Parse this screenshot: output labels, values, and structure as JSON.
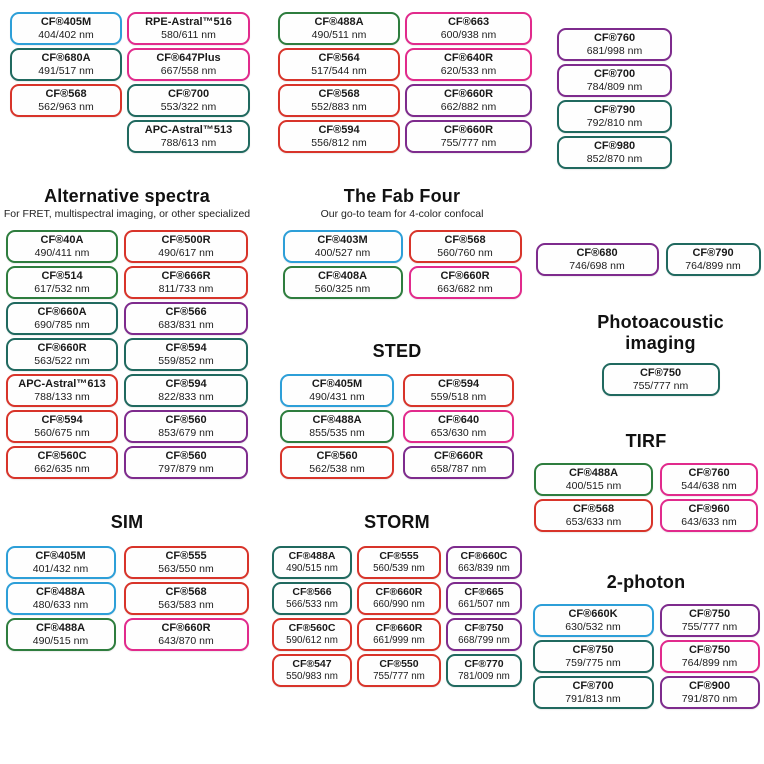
{
  "palette": {
    "blue": "#2D9FD8",
    "green": "#2E7D3E",
    "teal": "#20695F",
    "red": "#D8342A",
    "pink": "#E12A8C",
    "purple": "#7E2B8D"
  },
  "sections": {
    "top_left": {
      "columns": [
        [
          {
            "name": "CF®405M",
            "value": "404/402 nm",
            "color": "blue"
          },
          {
            "name": "CF®680A",
            "value": "491/517 nm",
            "color": "teal"
          },
          {
            "name": "CF®568",
            "value": "562/963 nm",
            "color": "red"
          }
        ],
        [
          {
            "name": "RPE-Astral™516",
            "value": "580/611 nm",
            "color": "pink"
          },
          {
            "name": "CF®647Plus",
            "value": "667/558 nm",
            "color": "pink"
          },
          {
            "name": "CF®700",
            "value": "553/322 nm",
            "color": "teal"
          },
          {
            "name": "APC-Astral™513",
            "value": "788/613 nm",
            "color": "teal"
          }
        ]
      ]
    },
    "top_mid": {
      "columns": [
        [
          {
            "name": "CF®488A",
            "value": "490/511 nm",
            "color": "green"
          },
          {
            "name": "CF®564",
            "value": "517/544 nm",
            "color": "red"
          },
          {
            "name": "CF®568",
            "value": "552/883 nm",
            "color": "red"
          },
          {
            "name": "CF®594",
            "value": "556/812 nm",
            "color": "red"
          }
        ],
        [
          {
            "name": "CF®663",
            "value": "600/938 nm",
            "color": "pink"
          },
          {
            "name": "CF®640R",
            "value": "620/533 nm",
            "color": "pink"
          },
          {
            "name": "CF®660R",
            "value": "662/882 nm",
            "color": "purple"
          },
          {
            "name": "CF®660R",
            "value": "755/777 nm",
            "color": "purple"
          }
        ]
      ]
    },
    "top_right": {
      "columns": [
        [
          {
            "name": "CF®760",
            "value": "681/998 nm",
            "color": "purple"
          },
          {
            "name": "CF®700",
            "value": "784/809 nm",
            "color": "purple"
          },
          {
            "name": "CF®790",
            "value": "792/810 nm",
            "color": "teal"
          },
          {
            "name": "CF®980",
            "value": "852/870 nm",
            "color": "teal"
          }
        ]
      ]
    },
    "alt_spectra": {
      "title": "Alternative spectra",
      "subtitle": "For FRET, multispectral imaging, or other specialized",
      "columns": [
        [
          {
            "name": "CF®40A",
            "value": "490/411 nm",
            "color": "green"
          },
          {
            "name": "CF®514",
            "value": "617/532 nm",
            "color": "green"
          },
          {
            "name": "CF®660A",
            "value": "690/785 nm",
            "color": "teal"
          },
          {
            "name": "CF®660R",
            "value": "563/522 nm",
            "color": "teal"
          },
          {
            "name": "APC-Astral™613",
            "value": "788/133 nm",
            "color": "red"
          },
          {
            "name": "CF®594",
            "value": "560/675 nm",
            "color": "red"
          },
          {
            "name": "CF®560C",
            "value": "662/635 nm",
            "color": "red"
          }
        ],
        [
          {
            "name": "CF®500R",
            "value": "490/617 nm",
            "color": "red"
          },
          {
            "name": "CF®666R",
            "value": "811/733 nm",
            "color": "red"
          },
          {
            "name": "CF®566",
            "value": "683/831 nm",
            "color": "purple"
          },
          {
            "name": "CF®594",
            "value": "559/852 nm",
            "color": "teal"
          },
          {
            "name": "CF®594",
            "value": "822/833 nm",
            "color": "teal"
          },
          {
            "name": "CF®560",
            "value": "853/679 nm",
            "color": "purple"
          },
          {
            "name": "CF®560",
            "value": "797/879 nm",
            "color": "purple"
          }
        ]
      ]
    },
    "fab_four": {
      "title": "The Fab Four",
      "subtitle": "Our go-to team for 4-color confocal",
      "columns": [
        [
          {
            "name": "CF®403M",
            "value": "400/527 nm",
            "color": "blue"
          },
          {
            "name": "CF®408A",
            "value": "560/325 nm",
            "color": "green"
          }
        ],
        [
          {
            "name": "CF®568",
            "value": "560/760 nm",
            "color": "red"
          },
          {
            "name": "CF®660R",
            "value": "663/682 nm",
            "color": "pink"
          }
        ]
      ]
    },
    "pair_680_790": {
      "columns": [
        [
          {
            "name": "CF®680",
            "value": "746/698 nm",
            "color": "purple"
          }
        ],
        [
          {
            "name": "CF®790",
            "value": "764/899 nm",
            "color": "teal"
          }
        ]
      ]
    },
    "photoacoustic": {
      "title": "Photoacoustic imaging",
      "columns": [
        [
          {
            "name": "CF®750",
            "value": "755/777 nm",
            "color": "teal"
          }
        ]
      ]
    },
    "sted": {
      "title": "STED",
      "columns": [
        [
          {
            "name": "CF®405M",
            "value": "490/431 nm",
            "color": "blue"
          },
          {
            "name": "CF®488A",
            "value": "855/535 nm",
            "color": "green"
          },
          {
            "name": "CF®560",
            "value": "562/538 nm",
            "color": "red"
          }
        ],
        [
          {
            "name": "CF®594",
            "value": "559/518 nm",
            "color": "red"
          },
          {
            "name": "CF®640",
            "value": "653/630 nm",
            "color": "pink"
          },
          {
            "name": "CF®660R",
            "value": "658/787 nm",
            "color": "purple"
          }
        ]
      ]
    },
    "tirf": {
      "title": "TIRF",
      "columns": [
        [
          {
            "name": "CF®488A",
            "value": "400/515 nm",
            "color": "green"
          },
          {
            "name": "CF®568",
            "value": "653/633 nm",
            "color": "red"
          }
        ],
        [
          {
            "name": "CF®760",
            "value": "544/638 nm",
            "color": "pink"
          },
          {
            "name": "CF®960",
            "value": "643/633 nm",
            "color": "pink"
          }
        ]
      ]
    },
    "sim": {
      "title": "SIM",
      "columns": [
        [
          {
            "name": "CF®405M",
            "value": "401/432 nm",
            "color": "blue"
          },
          {
            "name": "CF®488A",
            "value": "480/633 nm",
            "color": "blue"
          },
          {
            "name": "CF®488A",
            "value": "490/515 nm",
            "color": "green"
          }
        ],
        [
          {
            "name": "CF®555",
            "value": "563/550 nm",
            "color": "red"
          },
          {
            "name": "CF®568",
            "value": "563/583 nm",
            "color": "red"
          },
          {
            "name": "CF®660R",
            "value": "643/870 nm",
            "color": "pink"
          }
        ]
      ]
    },
    "storm": {
      "title": "STORM",
      "columns": [
        [
          {
            "name": "CF®488A",
            "value": "490/515 nm",
            "color": "teal"
          },
          {
            "name": "CF®566",
            "value": "566/533 nm",
            "color": "teal"
          },
          {
            "name": "CF®560C",
            "value": "590/612 nm",
            "color": "red"
          },
          {
            "name": "CF®547",
            "value": "550/983 nm",
            "color": "red"
          }
        ],
        [
          {
            "name": "CF®555",
            "value": "560/539 nm",
            "color": "red"
          },
          {
            "name": "CF®660R",
            "value": "660/990 nm",
            "color": "red"
          },
          {
            "name": "CF®660R",
            "value": "661/999 nm",
            "color": "red"
          },
          {
            "name": "CF®550",
            "value": "755/777 nm",
            "color": "red"
          }
        ],
        [
          {
            "name": "CF®660C",
            "value": "663/839 nm",
            "color": "purple"
          },
          {
            "name": "CF®665",
            "value": "661/507 nm",
            "color": "purple"
          },
          {
            "name": "CF®750",
            "value": "668/799 nm",
            "color": "purple"
          },
          {
            "name": "CF®770",
            "value": "781/009 nm",
            "color": "teal"
          }
        ]
      ]
    },
    "two_photon": {
      "title": "2-photon",
      "columns": [
        [
          {
            "name": "CF®660K",
            "value": "630/532 nm",
            "color": "blue"
          },
          {
            "name": "CF®750",
            "value": "759/775 nm",
            "color": "teal"
          },
          {
            "name": "CF®700",
            "value": "791/813 nm",
            "color": "teal"
          }
        ],
        [
          {
            "name": "CF®750",
            "value": "755/777 nm",
            "color": "purple"
          },
          {
            "name": "CF®750",
            "value": "764/899 nm",
            "color": "pink"
          },
          {
            "name": "CF®900",
            "value": "791/870 nm",
            "color": "purple"
          }
        ]
      ]
    }
  }
}
